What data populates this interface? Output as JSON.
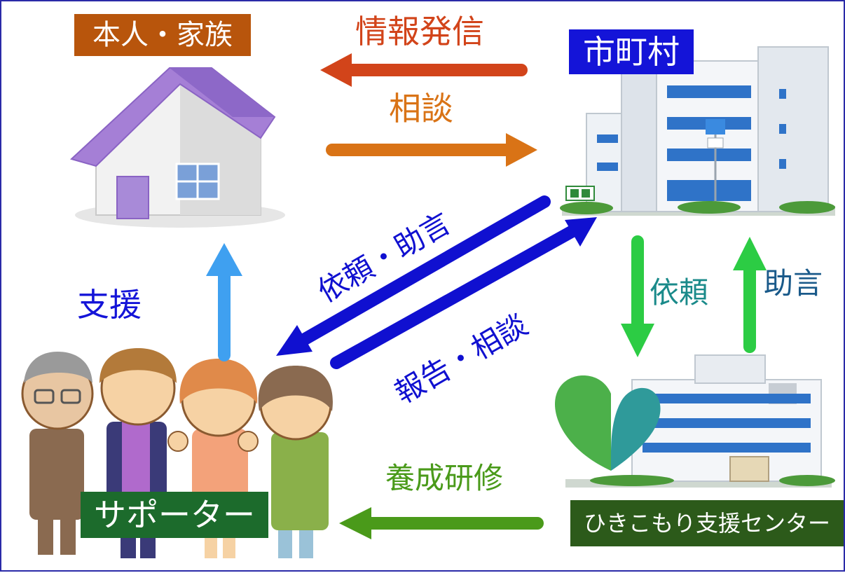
{
  "nodes": {
    "family": {
      "label": "本人・家族"
    },
    "municipality": {
      "label": "市町村"
    },
    "supporter": {
      "label": "サポーター"
    },
    "center": {
      "label": "ひきこもり支援センター"
    }
  },
  "edges": {
    "info": {
      "label": "情報発信"
    },
    "consult_top": {
      "label": "相談"
    },
    "support": {
      "label": "支援"
    },
    "request_advice": {
      "label": "依頼・助言"
    },
    "report_consult": {
      "label": "報告・相談"
    },
    "request": {
      "label": "依頼"
    },
    "advice": {
      "label": "助言"
    },
    "training": {
      "label": "養成研修"
    }
  },
  "colors": {
    "family_box": "#b8550c",
    "municipality_box": "#1414d8",
    "supporter_box": "#1c6b2c",
    "center_box": "#2c5a1a",
    "info_arrow": "#d2441a",
    "consult_arrow": "#d97316",
    "blue_arrow": "#1010d0",
    "support_arrow": "#3fa0f0",
    "green_arrow": "#2ccc44",
    "training_arrow": "#4a9a1a"
  }
}
